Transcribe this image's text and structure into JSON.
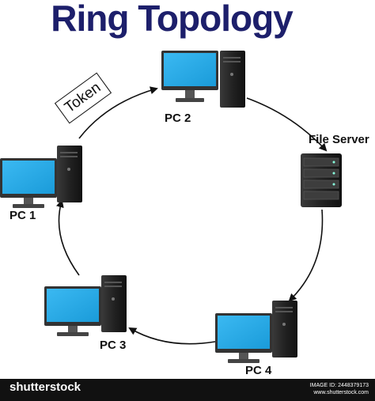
{
  "title": "Ring Topology",
  "token_label": "Token",
  "nodes": {
    "pc1": "PC 1",
    "pc2": "PC 2",
    "pc3": "PC 3",
    "pc4": "PC 4",
    "file_server": "File Server"
  },
  "footer": {
    "logo": "shutterstock",
    "image_id": "IMAGE ID: 2448379173",
    "site": "www.shutterstock.com"
  },
  "colors": {
    "title": "#1d1f6b",
    "screen": "#1ea7e8",
    "tower": "#2b2b2b",
    "footer_bg": "#111111"
  }
}
